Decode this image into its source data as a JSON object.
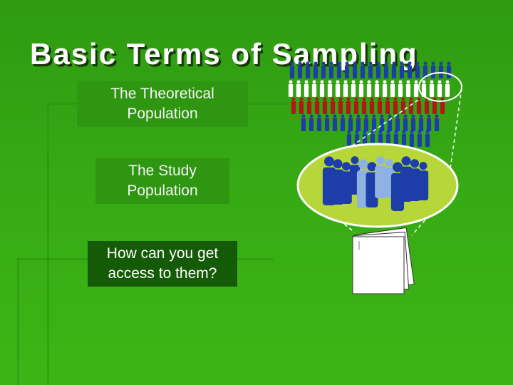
{
  "slide": {
    "title": "Basic Terms of Sampling",
    "boxes": [
      {
        "line1": "The Theoretical",
        "line2": "Population"
      },
      {
        "line1": "The Study",
        "line2": "Population"
      },
      {
        "line1": "How can you get",
        "line2": "access to them?"
      }
    ]
  },
  "colors": {
    "background": "#36a914",
    "box": "#2f9612",
    "box_dark": "#155a07",
    "oval_fill": "#b6d63a",
    "figure_blue": "#1d3ea8",
    "figure_red": "#b01818",
    "figure_white": "#ffffff",
    "figure_light": "#8fb3e0"
  },
  "illustration": {
    "icons": [
      "population-grid-icon",
      "crowd-oval-icon",
      "paper-stack-icon",
      "selection-oval-icon"
    ]
  }
}
